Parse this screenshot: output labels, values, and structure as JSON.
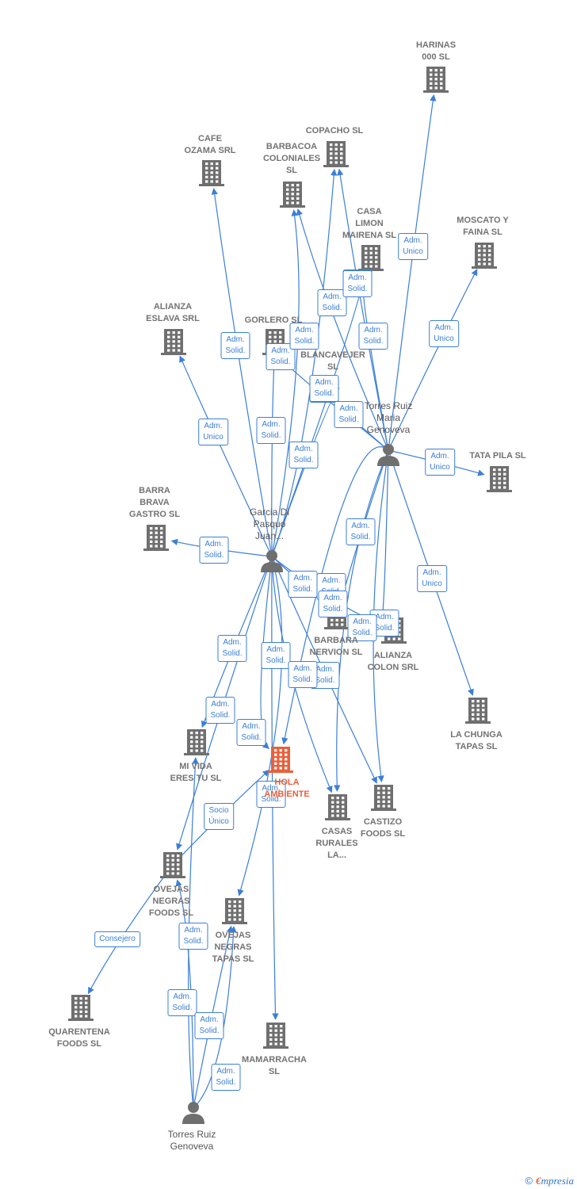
{
  "colors": {
    "edge": "#3b7fd6",
    "company": "#6f6f6f",
    "highlight": "#e8603c",
    "person": "#6f6f6f"
  },
  "companies": [
    {
      "id": "harinas",
      "label": "HARINAS\n000  SL",
      "icon": "building-icon"
    },
    {
      "id": "copacho",
      "label": "COPACHO  SL",
      "icon": "building-icon"
    },
    {
      "id": "cafe",
      "label": "CAFE\nOZAMA SRL",
      "icon": "building-icon"
    },
    {
      "id": "barbacoa",
      "label": "BARBACOA\nCOLONIALES\nSL",
      "icon": "building-icon"
    },
    {
      "id": "casalimon",
      "label": "CASA\nLIMON\nMAIRENA  SL",
      "icon": "building-icon"
    },
    {
      "id": "moscato",
      "label": "MOSCATO Y\nFAINA  SL",
      "icon": "building-icon"
    },
    {
      "id": "alianzaeslava",
      "label": "ALIANZA\nESLAVA SRL",
      "icon": "building-icon"
    },
    {
      "id": "gorlero",
      "label": "GORLERO  SL",
      "icon": "building-icon"
    },
    {
      "id": "blancavejer",
      "label": "BLANCAVEJER\nSL",
      "icon": "building-icon"
    },
    {
      "id": "tatapila",
      "label": "TATA PILA  SL",
      "icon": "building-icon"
    },
    {
      "id": "barrabrava",
      "label": "BARRA\nBRAVA\nGASTRO  SL",
      "icon": "building-icon"
    },
    {
      "id": "barbaranervion",
      "label": "BARBARA\nNERVION  SL",
      "icon": "building-icon"
    },
    {
      "id": "alianzacolon",
      "label": "ALIANZA\nCOLON SRL",
      "icon": "building-icon"
    },
    {
      "id": "lachunga",
      "label": "LA CHUNGA\nTAPAS  SL",
      "icon": "building-icon"
    },
    {
      "id": "mivida",
      "label": "MI VIDA\nERES TU  SL",
      "icon": "building-icon"
    },
    {
      "id": "hola",
      "label": "HOLA\nAMBIENTE",
      "icon": "building-icon",
      "highlight": true
    },
    {
      "id": "casasrurales",
      "label": "CASAS\nRURALES\nLA...",
      "icon": "building-icon"
    },
    {
      "id": "castizo",
      "label": "CASTIZO\nFOODS  SL",
      "icon": "building-icon"
    },
    {
      "id": "ovejasfoods",
      "label": "OVEJAS\nNEGRAS\nFOODS  SL",
      "icon": "building-icon"
    },
    {
      "id": "ovejastapas",
      "label": "OVEJAS\nNEGRAS\nTAPAS  SL",
      "icon": "building-icon"
    },
    {
      "id": "quarentena",
      "label": "QUARENTENA\nFOODS  SL",
      "icon": "building-icon"
    },
    {
      "id": "mamarracha",
      "label": "MAMARRACHA\nSL",
      "icon": "building-icon"
    }
  ],
  "persons": [
    {
      "id": "torresmaria",
      "label": "Torres Ruiz\nMaria\nGenoveva",
      "icon": "person-icon"
    },
    {
      "id": "garcia",
      "label": "Garcia Di\nPasquo\nJuan...",
      "icon": "person-icon"
    },
    {
      "id": "torresgen",
      "label": "Torres Ruiz\nGenoveva",
      "icon": "person-icon"
    }
  ],
  "relations": [
    {
      "from": "torresmaria",
      "to": "harinas",
      "label": "Adm.\nUnico"
    },
    {
      "from": "torresmaria",
      "to": "moscato",
      "label": "Adm.\nUnico"
    },
    {
      "from": "torresmaria",
      "to": "tatapila",
      "label": "Adm.\nUnico"
    },
    {
      "from": "torresmaria",
      "to": "lachunga",
      "label": "Adm.\nUnico"
    },
    {
      "from": "torresmaria",
      "to": "casalimon",
      "label": "Adm.\nSolid."
    },
    {
      "from": "torresmaria",
      "to": "copacho",
      "label": "Adm.\nSolid."
    },
    {
      "from": "torresmaria",
      "to": "barbacoa",
      "label": "Adm.\nSolid."
    },
    {
      "from": "torresmaria",
      "to": "blancavejer",
      "label": "Adm.\nSolid."
    },
    {
      "from": "torresmaria",
      "to": "gorlero",
      "label": "Adm.\nSolid."
    },
    {
      "from": "torresmaria",
      "to": "barbaranervion",
      "label": "Adm.\nSolid."
    },
    {
      "from": "torresmaria",
      "to": "alianzacolon",
      "label": "Adm.\nSolid."
    },
    {
      "from": "torresmaria",
      "to": "castizo",
      "label": "Adm.\nSolid."
    },
    {
      "from": "torresmaria",
      "to": "casasrurales",
      "label": "Adm.\nSolid."
    },
    {
      "from": "torresmaria",
      "to": "hola",
      "label": "Adm.\nSolid."
    },
    {
      "from": "garcia",
      "to": "cafe",
      "label": "Adm.\nSolid."
    },
    {
      "from": "garcia",
      "to": "alianzaeslava",
      "label": "Adm.\nUnico"
    },
    {
      "from": "garcia",
      "to": "barrabrava",
      "label": "Adm.\nSolid."
    },
    {
      "from": "garcia",
      "to": "barbacoa",
      "label": "Adm.\nSolid."
    },
    {
      "from": "garcia",
      "to": "copacho",
      "label": "Adm.\nSolid."
    },
    {
      "from": "garcia",
      "to": "gorlero",
      "label": "Adm.\nSolid."
    },
    {
      "from": "garcia",
      "to": "blancavejer",
      "label": "Adm.\nSolid."
    },
    {
      "from": "garcia",
      "to": "casalimon",
      "label": "Adm.\nSolid."
    },
    {
      "from": "garcia",
      "to": "barbaranervion",
      "label": "Adm.\nSolid."
    },
    {
      "from": "garcia",
      "to": "alianzacolon",
      "label": "Adm.\nSolid."
    },
    {
      "from": "garcia",
      "to": "casasrurales",
      "label": "Adm.\nSolid."
    },
    {
      "from": "garcia",
      "to": "castizo",
      "label": "Adm.\nSolid."
    },
    {
      "from": "garcia",
      "to": "mivida",
      "label": "Adm.\nSolid."
    },
    {
      "from": "garcia",
      "to": "hola",
      "label": "Adm.\nSolid."
    },
    {
      "from": "garcia",
      "to": "ovejasfoods",
      "label": "Adm.\nSolid."
    },
    {
      "from": "garcia",
      "to": "ovejastapas",
      "label": "Adm.\nSolid."
    },
    {
      "from": "garcia",
      "to": "mamarracha",
      "label": "Adm.\nSolid."
    },
    {
      "from": "ovejasfoods",
      "to": "quarentena",
      "label": "Consejero"
    },
    {
      "from": "ovejasfoods",
      "to": "hola",
      "label": "Socio\nÚnico"
    },
    {
      "from": "torresgen",
      "to": "ovejasfoods",
      "label": "Adm.\nSolid."
    },
    {
      "from": "torresgen",
      "to": "mivida",
      "label": "Adm.\nSolid."
    },
    {
      "from": "torresgen",
      "to": "ovejastapas",
      "label": "Adm.\nSolid."
    },
    {
      "from": "torresgen",
      "to": "ovejastapas",
      "label": "Adm.\nSolid."
    }
  ],
  "footer": {
    "copyright": "©",
    "brand_first": "€",
    "brand_rest": "mpresia"
  }
}
